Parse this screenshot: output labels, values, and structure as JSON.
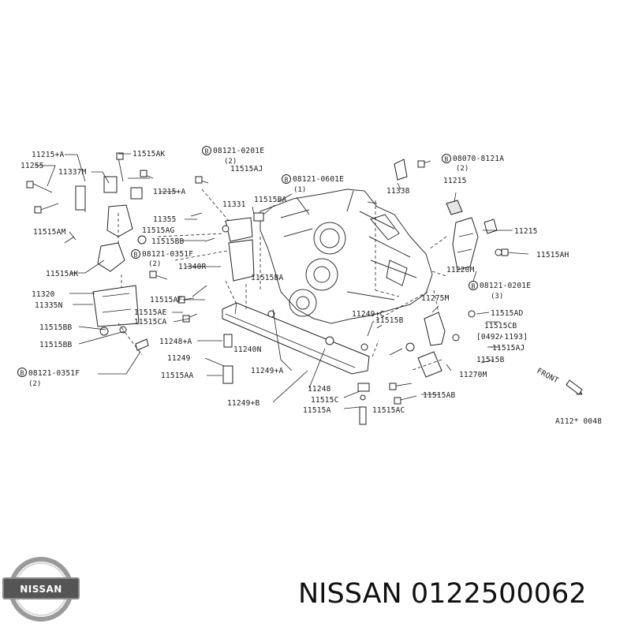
{
  "labels": {
    "l_11215A_top": "11215+A",
    "l_11255": "11255",
    "l_11337M": "11337M",
    "l_11515AM": "11515AM",
    "l_11515AK_left": "11515AK",
    "l_11320": "11320",
    "l_11335N": "11335N",
    "l_11515BB_1": "11515BB",
    "l_11515BB_2": "11515BB",
    "l_08121_0351F_bot": "08121-0351F",
    "l_08121_0351F_bot_qty": "(2)",
    "l_11515AK_top": "11515AK",
    "l_08121_0201E_top": "08121-0201E",
    "l_08121_0201E_top_qty": "(2)",
    "l_11515AJ_top": "11515AJ",
    "l_11215A_mid": "11215+A",
    "l_08121_0601E": "08121-0601E",
    "l_08121_0601E_qty": "(1)",
    "l_11331": "11331",
    "l_11515BA_top": "11515BA",
    "l_11355": "11355",
    "l_11515AG": "11515AG",
    "l_11515BB_mid": "11515BB",
    "l_08121_0351F_mid": "08121-0351F",
    "l_08121_0351F_mid_qty": "(2)",
    "l_11340R": "11340R",
    "l_11515BA_mid": "11515BA",
    "l_11515AF": "11515AF",
    "l_11515AE": "11515AE",
    "l_11515CA": "11515CA",
    "l_11248A": "11248+A",
    "l_11240N": "11240N",
    "l_11249": "11249",
    "l_11515AA": "11515AA",
    "l_11249A": "11249+A",
    "l_11249B": "11249+B",
    "l_11249C": "11249+C",
    "l_11515B_mid": "11515B",
    "l_11248": "11248",
    "l_11515C": "11515C",
    "l_11515A": "11515A",
    "l_11515AC": "11515AC",
    "l_08070_8121A": "08070-8121A",
    "l_08070_8121A_qty": "(2)",
    "l_11338": "11338",
    "l_11215_r1": "11215",
    "l_11215_r2": "11215",
    "l_11515AH": "11515AH",
    "l_11220M": "11220M",
    "l_08121_0201E_r": "08121-0201E",
    "l_08121_0201E_r_qty": "(3)",
    "l_11275M": "11275M",
    "l_11515AD": "11515AD",
    "l_11515CB": "11515CB",
    "l_range": "[0492-1193]",
    "l_11515AJ_r": "11515AJ",
    "l_11515B_r": "11515B",
    "l_11270M": "11270M",
    "l_11515AB": "11515AB",
    "l_front": "FRONT",
    "l_code": "A112* 0048"
  },
  "circle_letter": "B",
  "brand": {
    "logo_text": "NISSAN",
    "caption": "NISSAN 0122500062"
  }
}
